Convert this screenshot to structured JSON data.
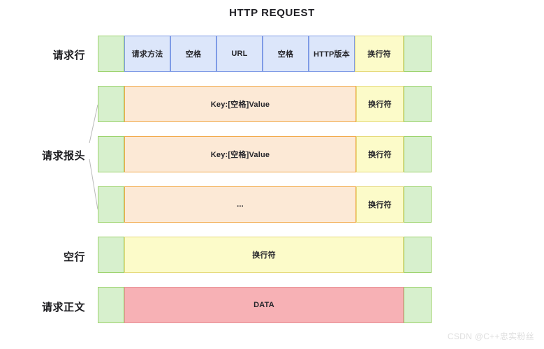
{
  "diagram": {
    "title": "HTTP REQUEST",
    "watermark": "CSDN @C++忠实粉丝",
    "labels": {
      "request_line": "请求行",
      "request_headers": "请求报头",
      "blank_line": "空行",
      "request_body": "请求正文"
    },
    "rows": [
      {
        "name": "request-line",
        "label": "请求行",
        "cells": [
          {
            "text": "",
            "color": "green"
          },
          {
            "text": "请求方法",
            "color": "blue"
          },
          {
            "text": "空格",
            "color": "blue"
          },
          {
            "text": "URL",
            "color": "blue"
          },
          {
            "text": "空格",
            "color": "blue"
          },
          {
            "text": "HTTP版本",
            "color": "blue"
          },
          {
            "text": "换行符",
            "color": "yellow"
          },
          {
            "text": "",
            "color": "green"
          }
        ]
      },
      {
        "name": "header-1",
        "label": "",
        "cells": [
          {
            "text": "",
            "color": "green"
          },
          {
            "text": "Key:[空格]Value",
            "color": "orange"
          },
          {
            "text": "换行符",
            "color": "yellow"
          },
          {
            "text": "",
            "color": "green"
          }
        ]
      },
      {
        "name": "header-2",
        "label": "",
        "cells": [
          {
            "text": "",
            "color": "green"
          },
          {
            "text": "Key:[空格]Value",
            "color": "orange"
          },
          {
            "text": "换行符",
            "color": "yellow"
          },
          {
            "text": "",
            "color": "green"
          }
        ]
      },
      {
        "name": "header-ellipsis",
        "label": "",
        "cells": [
          {
            "text": "",
            "color": "green"
          },
          {
            "text": "...",
            "color": "orange"
          },
          {
            "text": "换行符",
            "color": "yellow"
          },
          {
            "text": "",
            "color": "green"
          }
        ]
      },
      {
        "name": "blank-line",
        "label": "空行",
        "cells": [
          {
            "text": "",
            "color": "green"
          },
          {
            "text": "换行符",
            "color": "yellow"
          },
          {
            "text": "",
            "color": "green"
          }
        ]
      },
      {
        "name": "request-body",
        "label": "请求正文",
        "cells": [
          {
            "text": "",
            "color": "green"
          },
          {
            "text": "DATA",
            "color": "pink"
          },
          {
            "text": "",
            "color": "green"
          }
        ]
      }
    ],
    "colors": {
      "green_fill": "#d7f0cd",
      "green_border": "#9ed36f",
      "blue_fill": "#dce6fa",
      "blue_border": "#7f9be6",
      "orange_fill": "#fce9d6",
      "orange_border": "#f2ab4d",
      "yellow_fill": "#fcfbc9",
      "yellow_border": "#e6da7d",
      "pink_fill": "#f7b1b5",
      "pink_border": "#e89095",
      "background": "#ffffff",
      "title_color": "#1f1f24"
    }
  }
}
